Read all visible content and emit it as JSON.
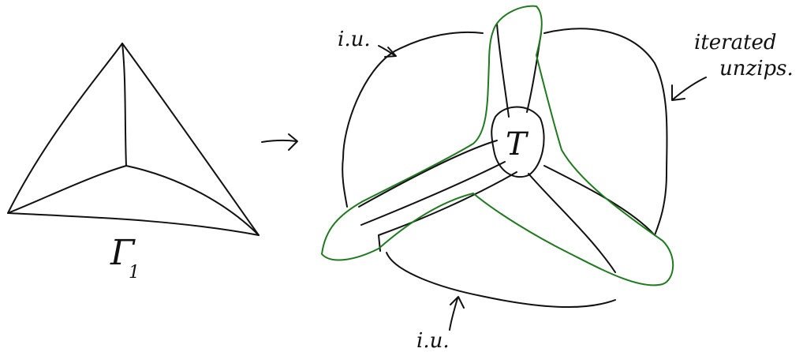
{
  "colors": {
    "ink": "#111111",
    "green_ink": "#1f7a1f",
    "background": "#ffffff"
  },
  "labels": {
    "gamma_symbol": "Γ",
    "gamma_subscript": "1",
    "center_vertex": "T",
    "iu_top": "i.u.",
    "iu_bottom": "i.u.",
    "iterated_unzips_line1": "iterated",
    "iterated_unzips_line2": "unzips."
  },
  "icons": {
    "map_arrow": "right-arrow-icon",
    "annotation_arrow_bottom": "up-arrow-icon",
    "annotation_arrow_right": "down-left-arrow-icon",
    "annotation_arrow_top": "right-arrow-icon"
  }
}
